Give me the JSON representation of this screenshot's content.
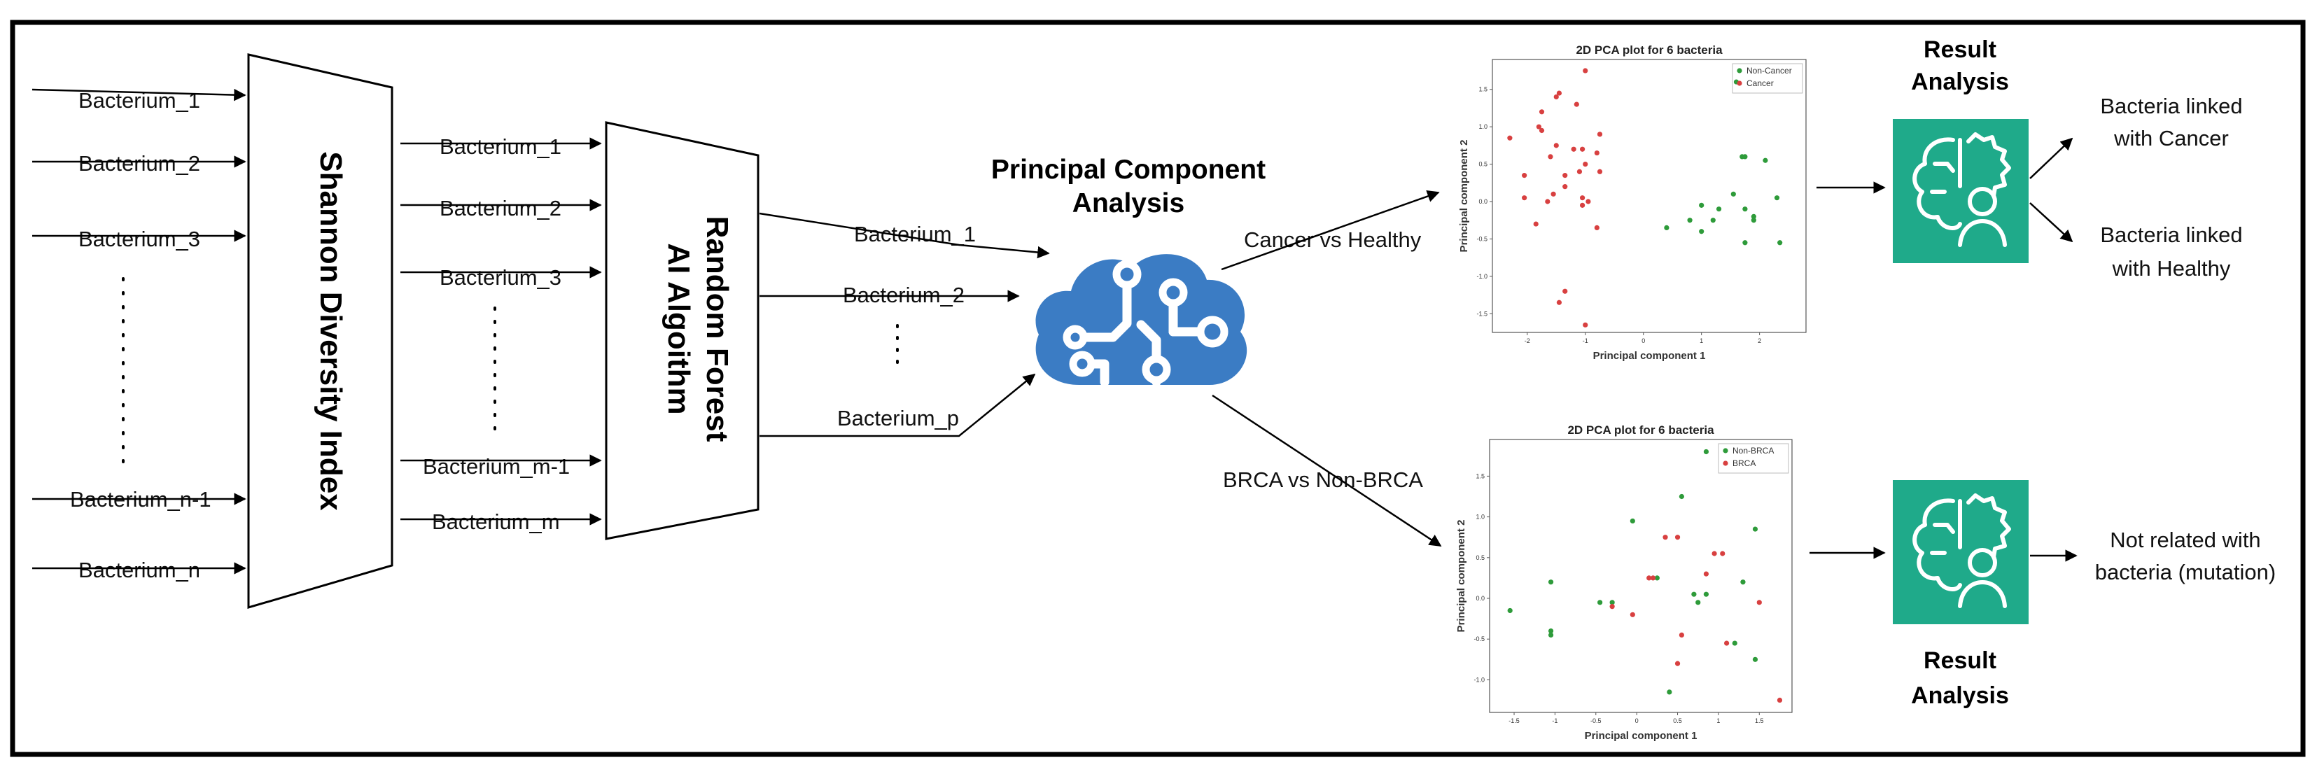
{
  "colors": {
    "frame": "#000000",
    "cloud_fill": "#3b7cc4",
    "result_icon_bg": "#1faa8a",
    "healthy_points": "#2e9b3a",
    "cancer_points": "#d84040"
  },
  "input_labels": [
    "Bacterium_1",
    "Bacterium_2",
    "Bacterium_3",
    "Bacterium_n-1",
    "Bacterium_n"
  ],
  "shannon_block": "Shannon Diversity Index",
  "mid_labels": [
    "Bacterium_1",
    "Bacterium_2",
    "Bacterium_3",
    "Bacterium_m-1",
    "Bacterium_m"
  ],
  "rf_block": {
    "line1": "Random Forest",
    "line2": "AI Algoithm"
  },
  "pca_in_labels": [
    "Bacterium_1",
    "Bacterium_2",
    "Bacterium_p"
  ],
  "pca": {
    "line1": "Principal Component",
    "line2": "Analysis",
    "icon": "cloud-circuit-icon"
  },
  "branches": {
    "top": "Cancer vs Healthy",
    "bottom": "BRCA vs Non-BRCA"
  },
  "chart_data": [
    {
      "type": "scatter",
      "title": "2D PCA plot for 6 bacteria",
      "xlabel": "Principal component 1",
      "ylabel": "Principal component 2",
      "xlim": [
        -2.6,
        2.8
      ],
      "ylim": [
        -1.75,
        1.9
      ],
      "xticks": [
        -2,
        -1,
        0,
        1,
        2
      ],
      "yticks": [
        -1.5,
        -1.0,
        -0.5,
        0.0,
        0.5,
        1.0,
        1.5
      ],
      "legend_position": "top-right",
      "series": [
        {
          "name": "Non-Cancer",
          "color": "#2e9b3a",
          "points": [
            [
              1.6,
              1.6
            ],
            [
              1.75,
              0.6
            ],
            [
              1.7,
              0.6
            ],
            [
              2.1,
              0.55
            ],
            [
              1.55,
              0.1
            ],
            [
              2.3,
              0.05
            ],
            [
              1.0,
              -0.05
            ],
            [
              1.3,
              -0.1
            ],
            [
              1.75,
              -0.1
            ],
            [
              0.8,
              -0.25
            ],
            [
              1.2,
              -0.25
            ],
            [
              1.9,
              -0.2
            ],
            [
              1.9,
              -0.25
            ],
            [
              0.4,
              -0.35
            ],
            [
              1.0,
              -0.4
            ],
            [
              1.75,
              -0.55
            ],
            [
              2.35,
              -0.55
            ]
          ]
        },
        {
          "name": "Cancer",
          "color": "#d84040",
          "points": [
            [
              -1.0,
              1.75
            ],
            [
              -1.45,
              1.45
            ],
            [
              -1.5,
              1.4
            ],
            [
              -1.15,
              1.3
            ],
            [
              -1.75,
              1.2
            ],
            [
              -1.8,
              1.0
            ],
            [
              -1.75,
              0.95
            ],
            [
              -2.3,
              0.85
            ],
            [
              -0.75,
              0.9
            ],
            [
              -1.5,
              0.75
            ],
            [
              -1.2,
              0.7
            ],
            [
              -1.05,
              0.7
            ],
            [
              -1.6,
              0.6
            ],
            [
              -0.8,
              0.65
            ],
            [
              -1.0,
              0.5
            ],
            [
              -2.05,
              0.35
            ],
            [
              -1.35,
              0.35
            ],
            [
              -1.1,
              0.4
            ],
            [
              -0.75,
              0.4
            ],
            [
              -1.35,
              0.2
            ],
            [
              -1.55,
              0.1
            ],
            [
              -2.05,
              0.05
            ],
            [
              -1.05,
              0.05
            ],
            [
              -1.65,
              0.0
            ],
            [
              -0.95,
              0.0
            ],
            [
              -0.8,
              -0.35
            ],
            [
              -1.85,
              -0.3
            ],
            [
              -1.05,
              -0.05
            ],
            [
              -1.35,
              -1.2
            ],
            [
              -1.45,
              -1.35
            ],
            [
              -1.0,
              -1.65
            ]
          ]
        }
      ]
    },
    {
      "type": "scatter",
      "title": "2D PCA plot for 6 bacteria",
      "xlabel": "Principal component 1",
      "ylabel": "Principal component 2",
      "xlim": [
        -1.8,
        1.9
      ],
      "ylim": [
        -1.4,
        1.95
      ],
      "xticks": [
        -1.5,
        -1.0,
        -0.5,
        0.0,
        0.5,
        1.0,
        1.5
      ],
      "yticks": [
        -1.0,
        -0.5,
        0.0,
        0.5,
        1.0,
        1.5
      ],
      "legend_position": "top-right",
      "series": [
        {
          "name": "Non-BRCA",
          "color": "#2e9b3a",
          "points": [
            [
              0.85,
              1.8
            ],
            [
              0.55,
              1.25
            ],
            [
              -0.05,
              0.95
            ],
            [
              1.45,
              0.85
            ],
            [
              0.25,
              0.25
            ],
            [
              1.3,
              0.2
            ],
            [
              -1.05,
              0.2
            ],
            [
              0.7,
              0.05
            ],
            [
              0.85,
              0.05
            ],
            [
              -0.45,
              -0.05
            ],
            [
              -0.3,
              -0.05
            ],
            [
              -1.55,
              -0.15
            ],
            [
              -1.05,
              -0.4
            ],
            [
              -1.05,
              -0.45
            ],
            [
              1.2,
              -0.55
            ],
            [
              1.45,
              -0.75
            ],
            [
              0.75,
              -0.05
            ],
            [
              0.4,
              -1.15
            ]
          ]
        },
        {
          "name": "BRCA",
          "color": "#d84040",
          "points": [
            [
              0.35,
              0.75
            ],
            [
              0.5,
              0.75
            ],
            [
              0.2,
              0.25
            ],
            [
              0.15,
              0.25
            ],
            [
              1.05,
              0.55
            ],
            [
              0.95,
              0.55
            ],
            [
              0.85,
              0.3
            ],
            [
              -0.3,
              -0.1
            ],
            [
              -0.05,
              -0.2
            ],
            [
              1.5,
              -0.05
            ],
            [
              0.55,
              -0.45
            ],
            [
              1.1,
              -0.55
            ],
            [
              0.5,
              -0.8
            ],
            [
              1.75,
              -1.25
            ]
          ]
        }
      ]
    }
  ],
  "result_top": {
    "title_line1": "Result",
    "title_line2": "Analysis",
    "icon": "brain-gear-user-icon"
  },
  "result_bottom": {
    "title_line1": "Result",
    "title_line2": "Analysis",
    "icon": "brain-gear-user-icon"
  },
  "outputs_top": [
    {
      "line1": "Bacteria linked",
      "line2": "with Cancer"
    },
    {
      "line1": "Bacteria linked",
      "line2": "with Healthy"
    }
  ],
  "output_bottom": {
    "line1": "Not related with",
    "line2": "bacteria (mutation)"
  }
}
